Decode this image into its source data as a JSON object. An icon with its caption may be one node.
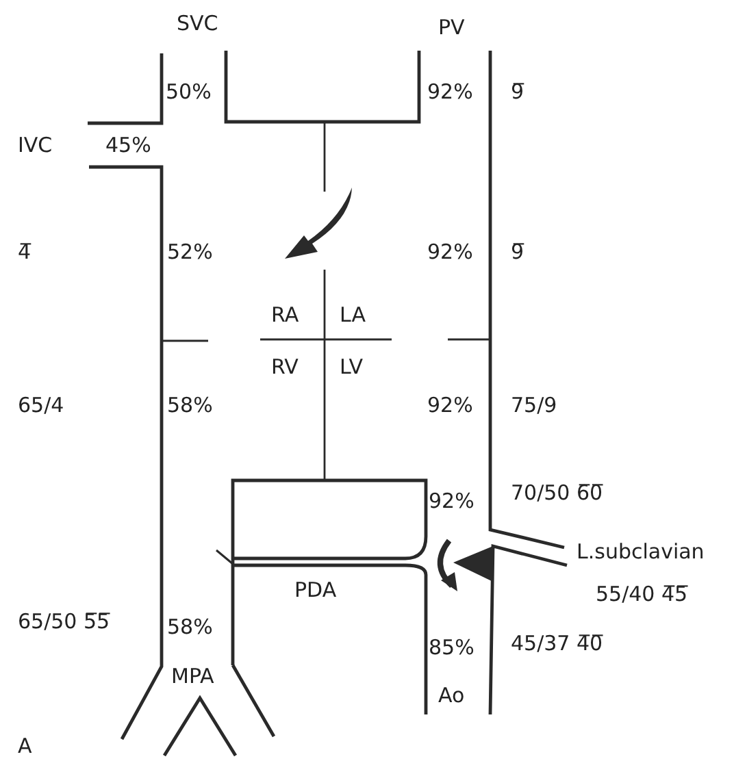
{
  "diagram": {
    "labels": [
      "SVC",
      "PV",
      "50%",
      "92%",
      "9̅",
      "IVC",
      "45%",
      "4̅",
      "52%",
      "92%",
      "9̅",
      "RA",
      "LA",
      "RV",
      "LV",
      "65/4",
      "58%",
      "92%",
      "75/9",
      "70/50 6̅0̅",
      "92%",
      "L.subclavian",
      "PDA",
      "55/40 4̅5̅",
      "65/50 5̅5̅",
      "58%",
      "85%",
      "45/37 4̅0̅",
      "MPA",
      "Ao",
      "A"
    ]
  }
}
